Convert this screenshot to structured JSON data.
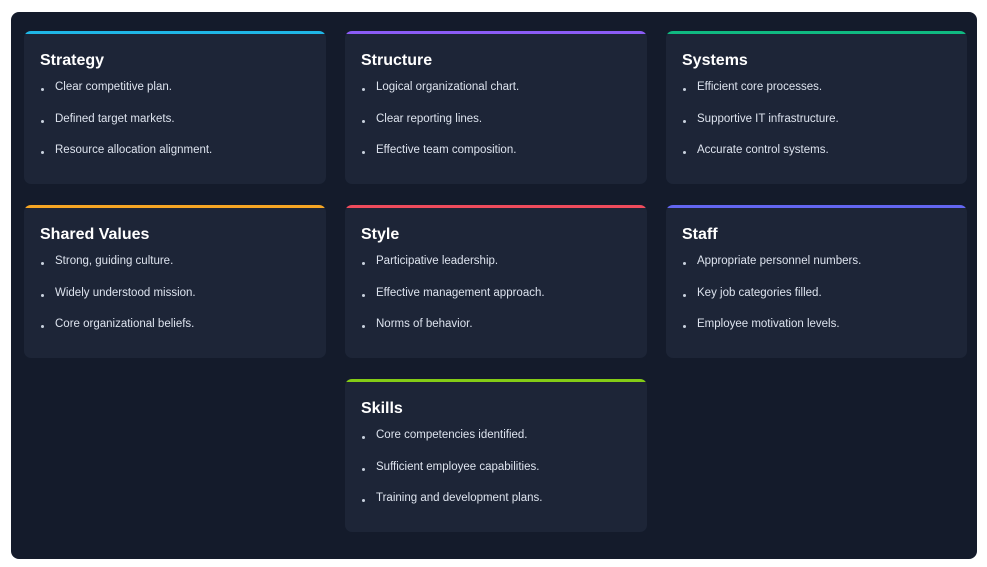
{
  "cards": [
    {
      "title": "Strategy",
      "accent": "#1fb6e6",
      "items": [
        "Clear competitive plan.",
        "Defined target markets.",
        "Resource allocation alignment."
      ]
    },
    {
      "title": "Structure",
      "accent": "#8b5cf6",
      "items": [
        "Logical organizational chart.",
        "Clear reporting lines.",
        "Effective team composition."
      ]
    },
    {
      "title": "Systems",
      "accent": "#10b981",
      "items": [
        "Efficient core processes.",
        "Supportive IT infrastructure.",
        "Accurate control systems."
      ]
    },
    {
      "title": "Shared Values",
      "accent": "#f5a524",
      "items": [
        "Strong, guiding culture.",
        "Widely understood mission.",
        "Core organizational beliefs."
      ]
    },
    {
      "title": "Style",
      "accent": "#ef4b5c",
      "items": [
        "Participative leadership.",
        "Effective management approach.",
        "Norms of behavior."
      ]
    },
    {
      "title": "Staff",
      "accent": "#6366f1",
      "items": [
        "Appropriate personnel numbers.",
        "Key job categories filled.",
        "Employee motivation levels."
      ]
    },
    {
      "title": "Skills",
      "accent": "#84cc16",
      "items": [
        "Core competencies identified.",
        "Sufficient employee capabilities.",
        "Training and development plans."
      ]
    }
  ]
}
